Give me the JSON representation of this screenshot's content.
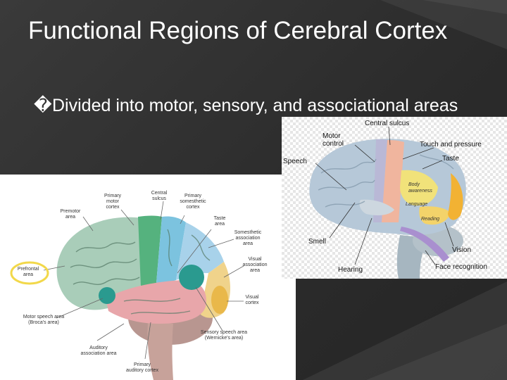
{
  "slide": {
    "title": "Functional Regions of Cerebral Cortex",
    "bullet_marker": "�",
    "bullet": "Divided into motor, sensory, and associational areas"
  },
  "left_diagram": {
    "labels": {
      "primary_motor": [
        "Primary",
        "motor",
        "cortex"
      ],
      "central_sulcus": [
        "Central",
        "sulcus"
      ],
      "primary_somesthetic": [
        "Primary",
        "somesthetic",
        "cortex"
      ],
      "premotor": [
        "Premotor",
        "area"
      ],
      "taste": [
        "Taste",
        "area"
      ],
      "somesthetic_assoc": [
        "Somesthetic",
        "association",
        "area"
      ],
      "prefrontal": [
        "Prefrontal",
        "area"
      ],
      "visual_assoc": [
        "Visual",
        "association",
        "area"
      ],
      "visual_cortex": [
        "Visual",
        "cortex"
      ],
      "motor_speech": [
        "Motor speech area",
        "(Broca's area)"
      ],
      "sensory_speech": [
        "Sensory speech area",
        "(Wernicke's area)"
      ],
      "auditory_assoc": [
        "Auditory",
        "association area"
      ],
      "primary_auditory": [
        "Primary",
        "auditory cortex"
      ]
    },
    "colors": {
      "frontal": "#a9cdb9",
      "motor": "#55b27e",
      "somatosensory": "#7cc3df",
      "parietal": "#a8d2ea",
      "occipital": "#f0d38b",
      "temporal": "#e8a6aa",
      "spot": "#2a9a8f",
      "cerebellum": "#b89690"
    }
  },
  "right_diagram": {
    "labels": {
      "motor_control": [
        "Motor",
        "control"
      ],
      "central_sulcus": "Central sulcus",
      "touch_pressure": "Touch and pressure",
      "speech": "Speech",
      "taste": "Taste",
      "body_awareness": [
        "Body",
        "awareness"
      ],
      "language": "Language",
      "reading": "Reading",
      "smell": "Smell",
      "vision": "Vision",
      "hearing": "Hearing",
      "face_recognition": "Face recognition"
    }
  }
}
